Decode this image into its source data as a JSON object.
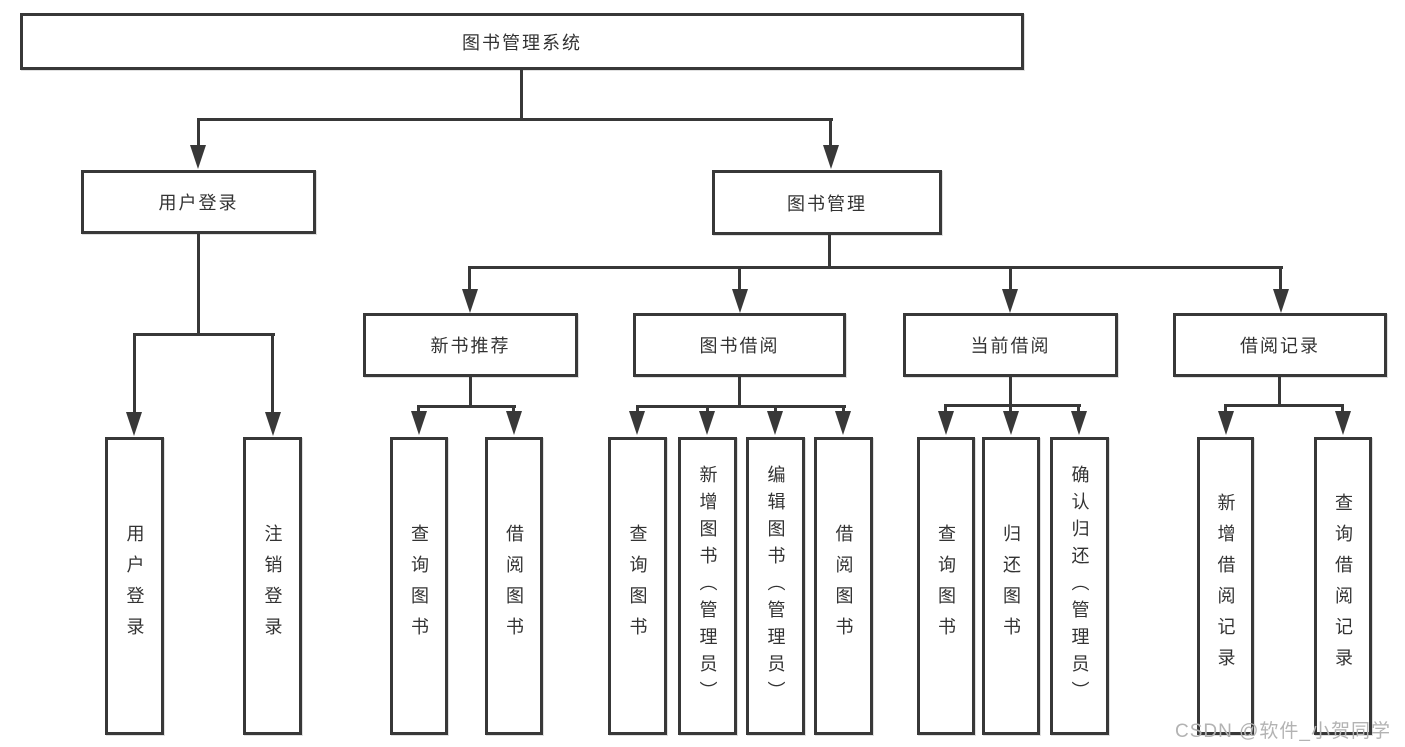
{
  "nodes": {
    "root": "图书管理系统",
    "level2": [
      "用户登录",
      "图书管理"
    ],
    "level3": [
      "新书推荐",
      "图书借阅",
      "当前借阅",
      "借阅记录"
    ],
    "user_login_children": [
      "用户登录",
      "注销登录"
    ],
    "new_book_children": [
      "查询图书",
      "借阅图书"
    ],
    "book_borrow_children": [
      "查询图书",
      "新增图书（管理员）",
      "编辑图书（管理员）",
      "借阅图书"
    ],
    "current_borrow_children": [
      "查询图书",
      "归还图书",
      "确认归还（管理员）"
    ],
    "borrow_record_children": [
      "新增借阅记录",
      "查询借阅记录"
    ]
  },
  "watermark": {
    "text": "CSDN @软件_小贺同学"
  },
  "colors": {
    "line": "#383838",
    "text": "#333333",
    "watermark": "#b3b3b3",
    "background": "#ffffff"
  }
}
